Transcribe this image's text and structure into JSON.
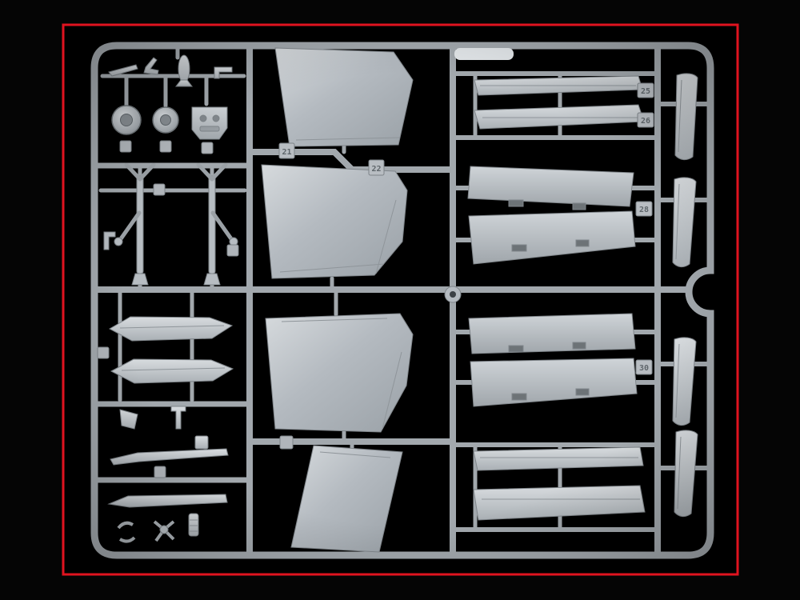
{
  "scene": {
    "description": "Photograph of a light-gray injection-molded plastic model kit sprue (parts tree) for an aircraft model, laid on a black background and framed by a thin red border. The sprue holds four large wing/tail panels in the center column, long fuselage and slat panels on the right, curved intake strips on the far right, and small parts (wheels, landing gear struts, drop tanks, antennas) on the left.",
    "colors": {
      "background": "#000000",
      "border": "#e0131f",
      "plastic_light": "#d3d7da",
      "plastic_mid": "#aeb4b9",
      "plastic_dark": "#8c9297",
      "runner": "#a2a8ad",
      "engraving": "#5f666b"
    }
  },
  "parts": {
    "tabs": [
      {
        "num": "21"
      },
      {
        "num": "22"
      },
      {
        "num": "25"
      },
      {
        "num": "26"
      },
      {
        "num": "28"
      },
      {
        "num": "30"
      }
    ],
    "groups": [
      {
        "name": "main wheels"
      },
      {
        "name": "landing gear struts"
      },
      {
        "name": "drop tank halves"
      },
      {
        "name": "wing panels"
      },
      {
        "name": "tail fin"
      },
      {
        "name": "fuselage and slat panels"
      },
      {
        "name": "intake strips"
      }
    ]
  }
}
